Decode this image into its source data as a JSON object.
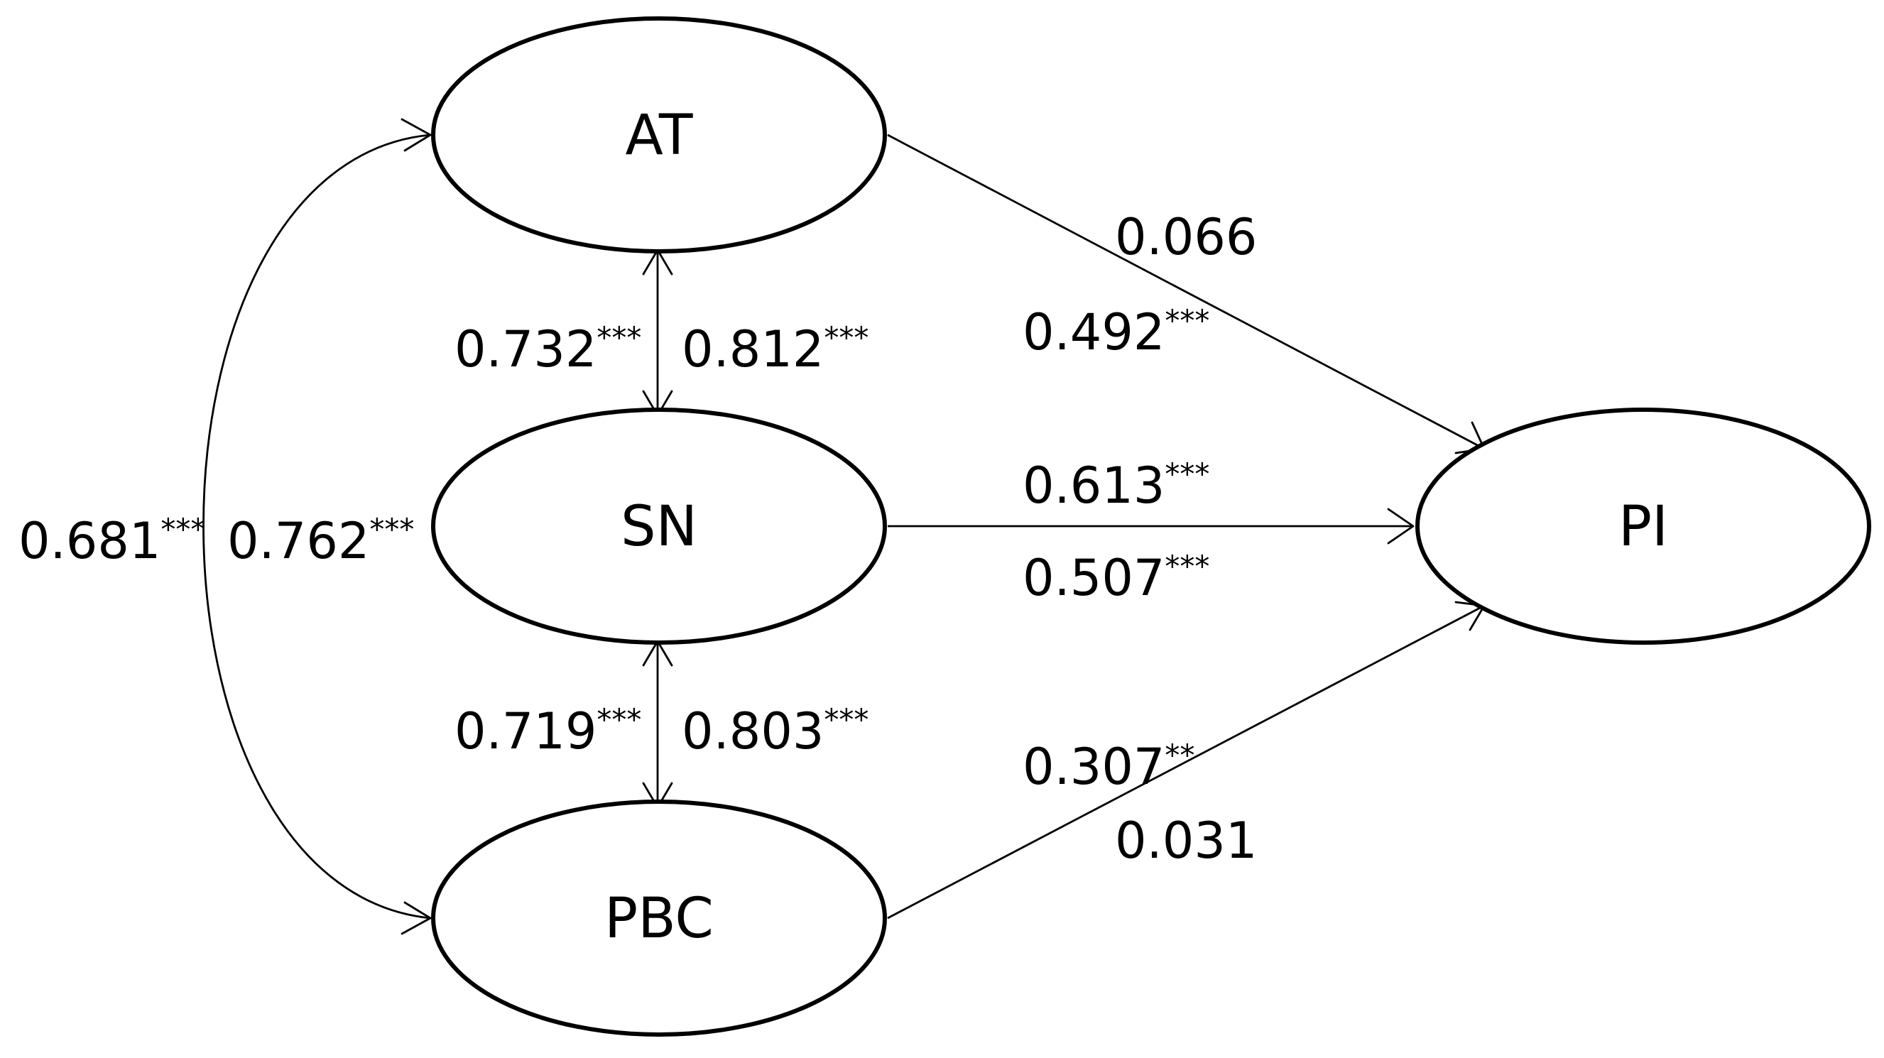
{
  "nodes": {
    "at": "AT",
    "sn": "SN",
    "pbc": "PBC",
    "pi": "PI"
  },
  "coefficients": {
    "at_pi_top": {
      "value": "0.066",
      "sig": ""
    },
    "at_pi_bottom": {
      "value": "0.492",
      "sig": "***"
    },
    "at_sn_left": {
      "value": "0.732",
      "sig": "***"
    },
    "at_sn_right": {
      "value": "0.812",
      "sig": "***"
    },
    "at_pbc_left": {
      "value": "0.681",
      "sig": "***"
    },
    "at_pbc_right": {
      "value": "0.762",
      "sig": "***"
    },
    "sn_pi_top": {
      "value": "0.613",
      "sig": "***"
    },
    "sn_pi_bottom": {
      "value": "0.507",
      "sig": "***"
    },
    "sn_pbc_left": {
      "value": "0.719",
      "sig": "***"
    },
    "sn_pbc_right": {
      "value": "0.803",
      "sig": "***"
    },
    "pbc_pi_top": {
      "value": "0.307",
      "sig": "**"
    },
    "pbc_pi_bottom": {
      "value": "0.031",
      "sig": ""
    }
  },
  "colors": {
    "stroke": "#000000",
    "background": "#ffffff"
  }
}
